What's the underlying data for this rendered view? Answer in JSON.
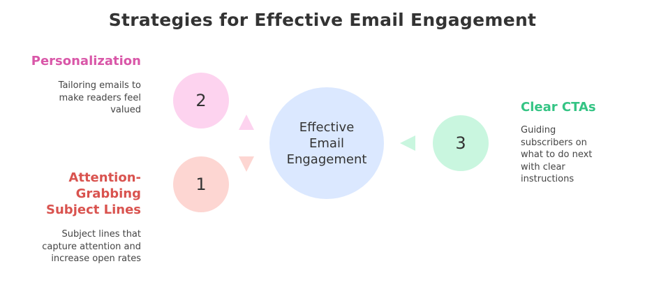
{
  "title": "Strategies for Effective Email Engagement",
  "center": {
    "label": "Effective\nEmail\nEngagement",
    "color": "#dbe8ff"
  },
  "items": [
    {
      "number": "2",
      "heading": "Personalization",
      "description": "Tailoring emails to make readers feel valued",
      "accent": "#d957a8",
      "fill": "#fdd3ef"
    },
    {
      "number": "1",
      "heading": "Attention-Grabbing Subject Lines",
      "description": "Subject lines that capture attention and increase open rates",
      "accent": "#d9534f",
      "fill": "#fdd6d2"
    },
    {
      "number": "3",
      "heading": "Clear CTAs",
      "description": "Guiding subscribers on what to do next with clear instructions",
      "accent": "#34c484",
      "fill": "#c9f6df"
    }
  ]
}
